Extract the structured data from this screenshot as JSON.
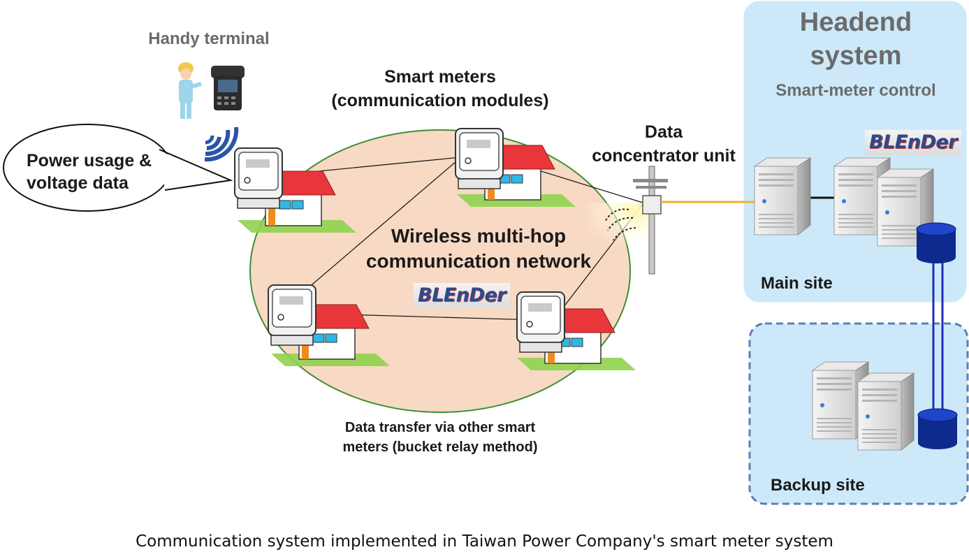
{
  "labels": {
    "handy_terminal": "Handy terminal",
    "smart_meters_line1": "Smart meters",
    "smart_meters_line2": "(communication modules)",
    "data_concentrator_line1": "Data",
    "data_concentrator_line2": "concentrator unit",
    "headend_line1": "Headend",
    "headend_line2": "system",
    "smart_meter_control": "Smart-meter control",
    "speech_line1": "Power usage &",
    "speech_line2": "voltage data",
    "network_line1": "Wireless multi-hop",
    "network_line2": "communication network",
    "relay_line1": "Data transfer via other smart",
    "relay_line2": "meters (bucket relay method)",
    "main_site": "Main site",
    "backup_site": "Backup site",
    "blender_logo": "BLEnDer",
    "caption": "Communication system implemented in Taiwan Power Company's smart meter system"
  },
  "colors": {
    "network_fill": "#f8d9c3",
    "network_border": "#3f8f35",
    "headend_fill": "#cde9f9",
    "backup_border": "#5b7fb5",
    "fiber_link": "#f0b323",
    "db_link": "#1f2fb8",
    "roof": "#e8363a",
    "grass": "#8fd14f"
  },
  "icons": [
    "worker-icon",
    "handheld-terminal-icon",
    "radio-waves-icon",
    "smart-meter-icon",
    "house-icon",
    "antenna-pole-icon",
    "server-icon",
    "database-icon"
  ]
}
